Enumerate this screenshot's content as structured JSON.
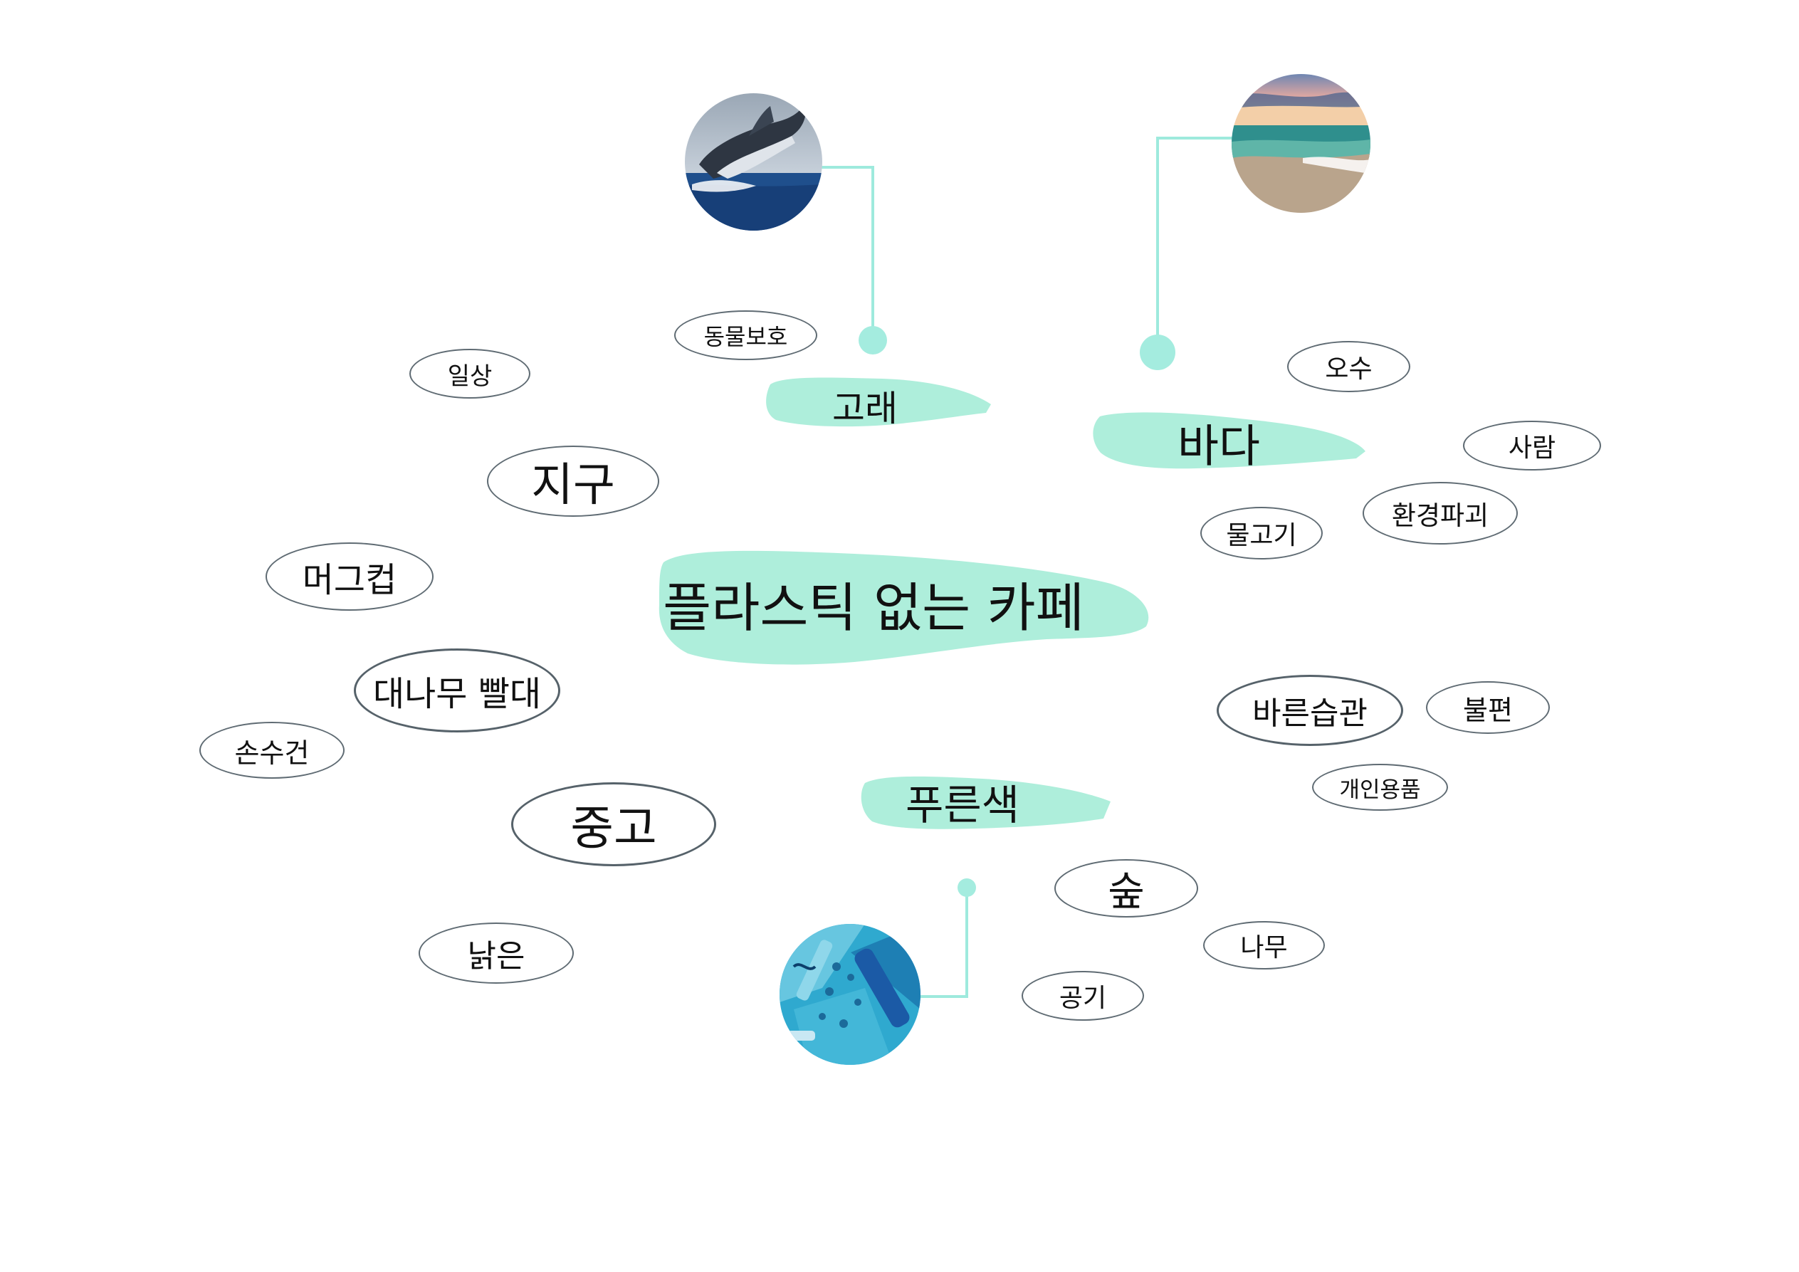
{
  "center_topic": "플라스틱 없는 카페",
  "branches": {
    "whale": {
      "label": "고래",
      "image": "whale-photo"
    },
    "sea": {
      "label": "바다",
      "image": "sea-beach-photo"
    },
    "blue": {
      "label": "푸른색",
      "image": "blue-objects-photo"
    }
  },
  "keywords": {
    "animal_protection": "동물보호",
    "daily_life": "일상",
    "earth": "지구",
    "mug": "머그컵",
    "bamboo_straw": "대나무 빨대",
    "towel": "손수건",
    "secondhand": "중고",
    "old": "낡은",
    "pollution": "오수",
    "people": "사람",
    "fish": "물고기",
    "env_destruction": "환경파괴",
    "good_habit": "바른습관",
    "inconvenience": "불편",
    "personal_items": "개인용품",
    "forest": "숲",
    "tree": "나무",
    "air": "공기"
  },
  "colors": {
    "brush": "#aeeedb",
    "connector": "#9eeadd",
    "dot": "#a4ecdf",
    "ellipse_border": "#5f6b73"
  }
}
